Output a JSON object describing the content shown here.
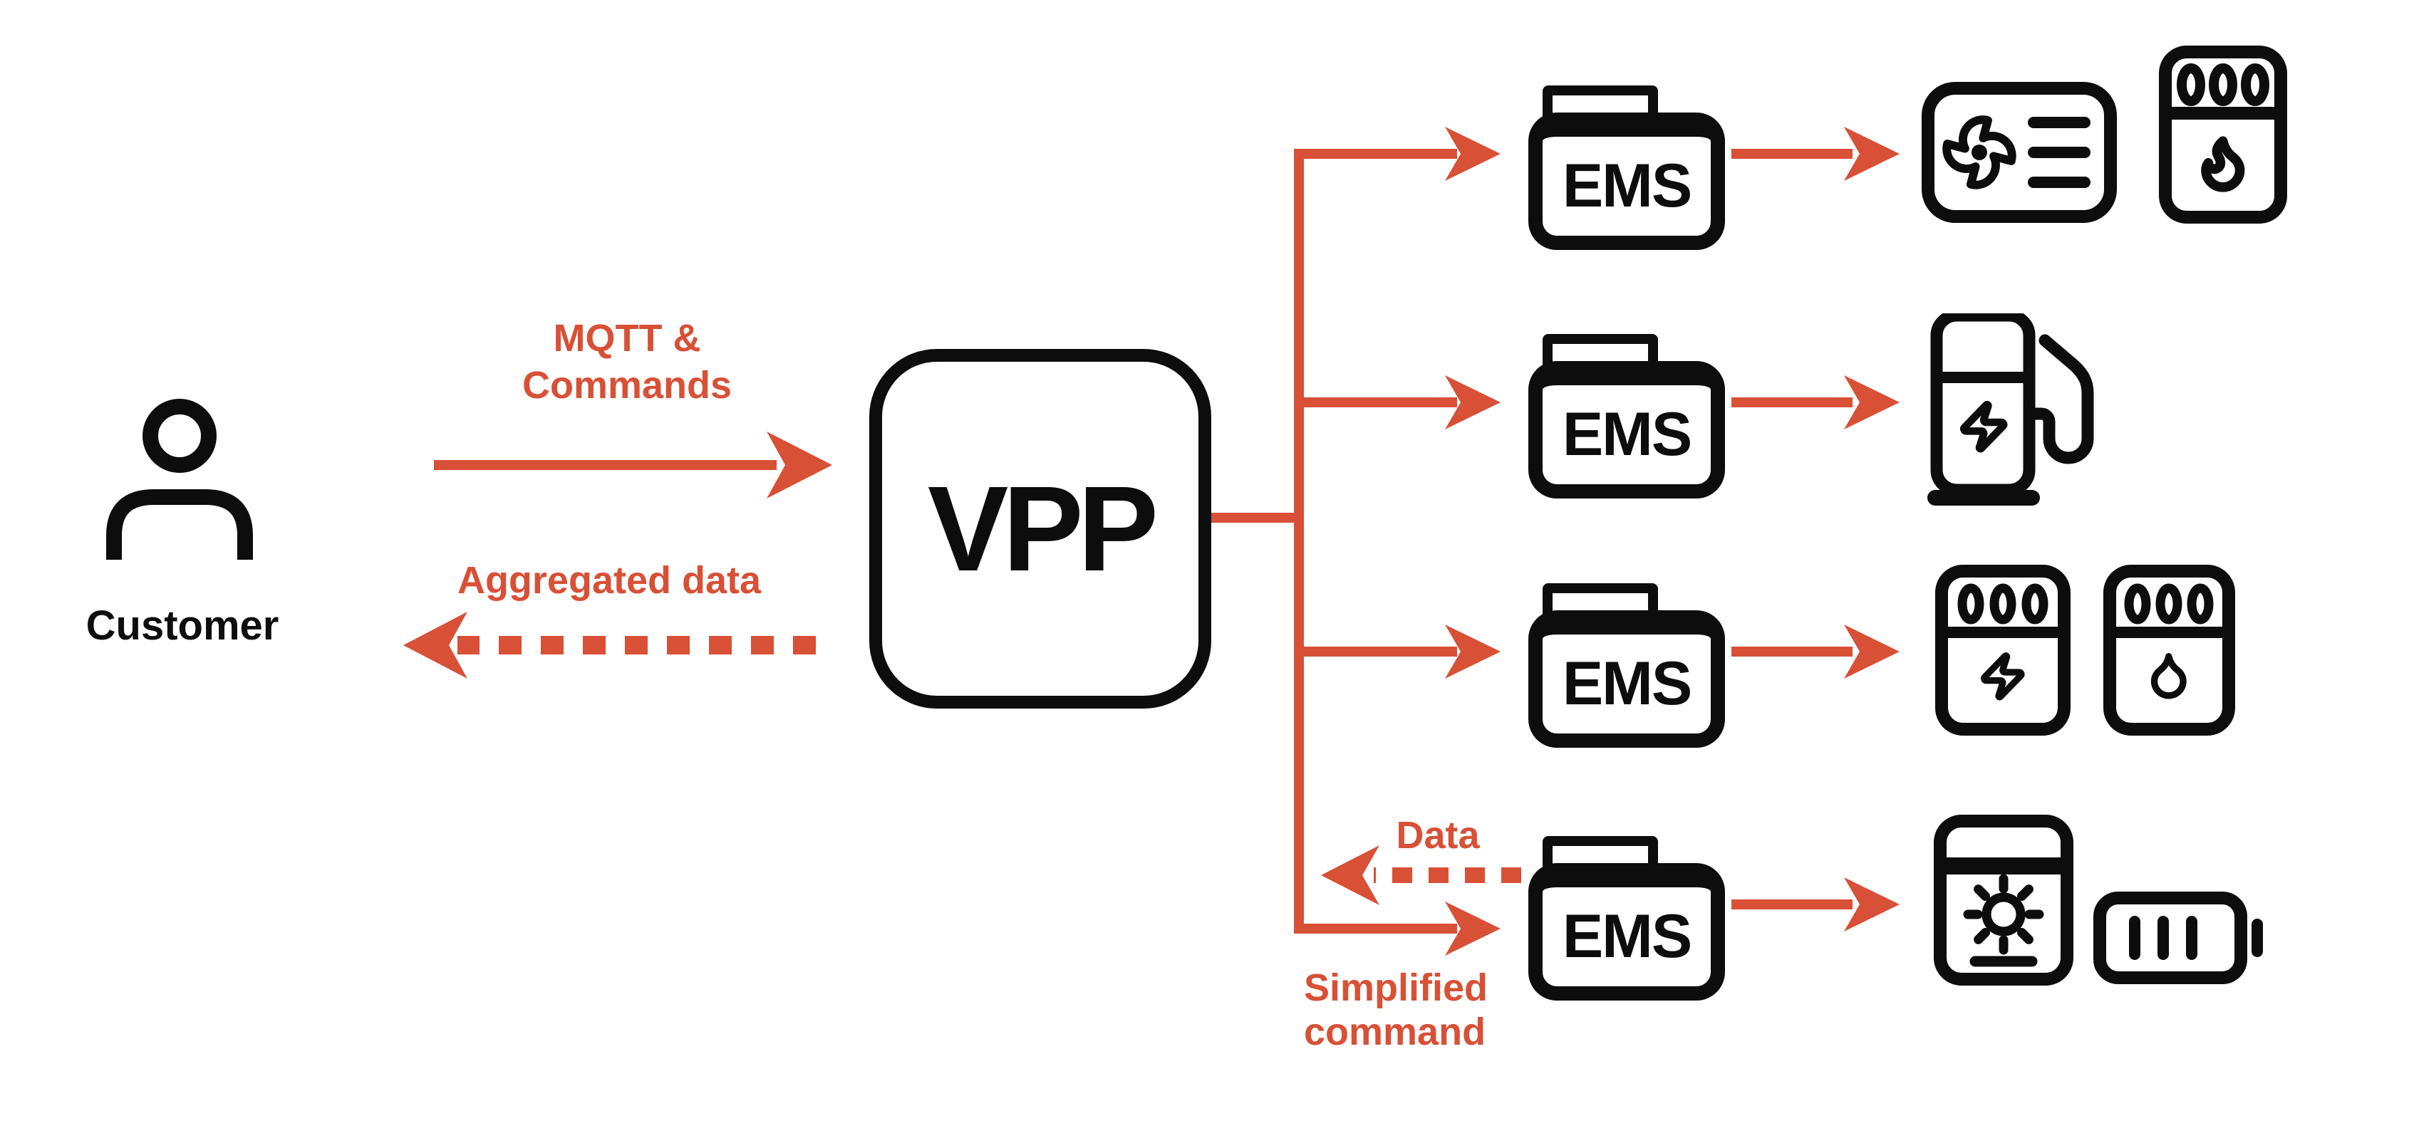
{
  "colors": {
    "accent": "#D85036",
    "ink": "#0D0D0D",
    "background": "#FFFFFF"
  },
  "customer": {
    "label": "Customer",
    "icon": "person-icon"
  },
  "vpp": {
    "label": "VPP"
  },
  "flows": {
    "customer_to_vpp": "MQTT &\nCommands",
    "vpp_to_customer": "Aggregated data",
    "ems_to_vpp": "Data",
    "vpp_to_ems": "Simplified\ncommand"
  },
  "ems_units": [
    {
      "label": "EMS",
      "devices": [
        "hvac-fan-unit",
        "gas-heater"
      ]
    },
    {
      "label": "EMS",
      "devices": [
        "ev-charger"
      ]
    },
    {
      "label": "EMS",
      "devices": [
        "electric-water-heater",
        "water-boiler"
      ]
    },
    {
      "label": "EMS",
      "devices": [
        "solar-inverter",
        "home-battery"
      ]
    }
  ],
  "icons": [
    "person-icon",
    "hvac-fan-unit-icon",
    "gas-heater-icon",
    "ev-charger-icon",
    "electric-water-heater-icon",
    "water-boiler-icon",
    "solar-inverter-icon",
    "home-battery-icon"
  ]
}
